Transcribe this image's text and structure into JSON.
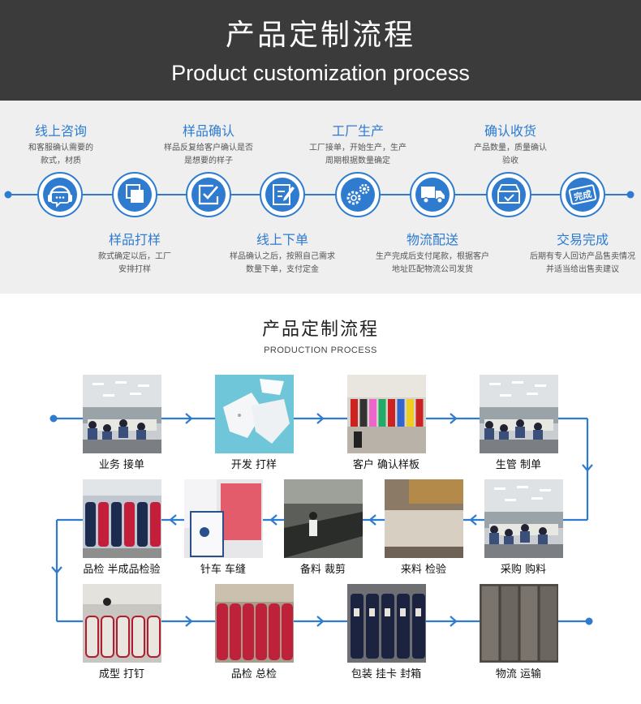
{
  "header": {
    "title_cn": "产品定制流程",
    "title_en": "Product customization process"
  },
  "steps": [
    {
      "title": "线上咨询",
      "desc1": "和客服确认需要的",
      "desc2": "款式，材质",
      "icon": "headset-chat-icon"
    },
    {
      "title": "样品打样",
      "desc1": "款式确定以后，工厂",
      "desc2": "安排打样",
      "icon": "copy-stack-icon"
    },
    {
      "title": "样品确认",
      "desc1": "样品反复给客户确认是否",
      "desc2": "是想要的样子",
      "icon": "checkbox-icon"
    },
    {
      "title": "线上下单",
      "desc1": "样品确认之后，按照自己需求",
      "desc2": "数量下单，支付定金",
      "icon": "edit-form-icon"
    },
    {
      "title": "工厂生产",
      "desc1": "工厂接单，开始生产，生产",
      "desc2": "周期根据数量确定",
      "icon": "gears-icon"
    },
    {
      "title": "物流配送",
      "desc1": "生产完成后支付尾款，根据客户",
      "desc2": "地址匹配物流公司发货",
      "icon": "truck-icon"
    },
    {
      "title": "确认收货",
      "desc1": "产品数量，质量确认",
      "desc2": "验收",
      "icon": "inbox-check-icon"
    },
    {
      "title": "交易完成",
      "desc1": "后期有专人回访产品售卖情况",
      "desc2": "并适当给出售卖建议",
      "icon": "done-stamp-icon"
    }
  ],
  "production": {
    "title": "产品定制流程",
    "subtitle": "PRODUCTION PROCESS",
    "stations": [
      {
        "label": "业务 接单",
        "scene": "office"
      },
      {
        "label": "开发 打样",
        "scene": "paper-patterns"
      },
      {
        "label": "客户 确认样板",
        "scene": "showroom"
      },
      {
        "label": "生管 制单",
        "scene": "office"
      },
      {
        "label": "采购 购料",
        "scene": "office"
      },
      {
        "label": "来料 检验",
        "scene": "warehouse"
      },
      {
        "label": "备料 裁剪",
        "scene": "cutting-room"
      },
      {
        "label": "针车 车缝",
        "scene": "sewing"
      },
      {
        "label": "品检 半成品检验",
        "scene": "bags-blue"
      },
      {
        "label": "成型 打钉",
        "scene": "bags-assembly"
      },
      {
        "label": "品检 总检",
        "scene": "bags-red"
      },
      {
        "label": "包装 挂卡 封箱",
        "scene": "bags-navy"
      },
      {
        "label": "物流 运输",
        "scene": "boxes"
      }
    ]
  },
  "colors": {
    "accent": "#2e7bd0",
    "header_bg": "#3b3b3b",
    "band_bg": "#efefef"
  }
}
